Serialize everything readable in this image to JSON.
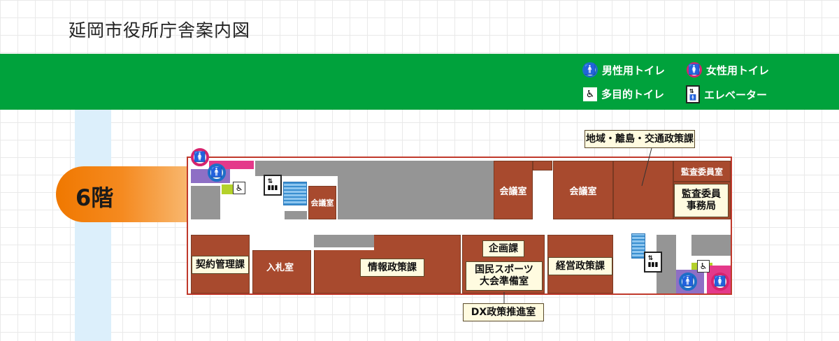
{
  "page_title": "延岡市役所庁舎案内図",
  "legend": {
    "male_toilet": "男性用トイレ",
    "female_toilet": "女性用トイレ",
    "accessible_toilet": "多目的トイレ",
    "elevator": "エレベーター",
    "male_icon": "male-toilet-icon",
    "female_icon": "female-toilet-icon",
    "accessible_icon": "wheelchair-icon",
    "elevator_icon": "elevator-icon"
  },
  "floor": {
    "label": "6階"
  },
  "rooms": {
    "kaigi_small": "会議室",
    "kaigi_1": "会議室",
    "kaigi_2": "会議室",
    "kansa_iin": "監査委員室",
    "kansa_jimu": "監査委員\n事務局",
    "keiyaku": "契約管理課",
    "nyusatsu": "入札室",
    "joho": "情報政策課",
    "kikaku": "企画課",
    "kokumin": "国民スポーツ\n大会準備室",
    "keiei": "経営政策課",
    "chiiki": "地域・離島・交通政策課",
    "dx": "DX政策推進室"
  },
  "colors": {
    "band_green": "#00a23c",
    "room_brown": "#a84a2e",
    "corridor_gray": "#959595",
    "floor_tab_orange": "#f07800",
    "male_blue": "#1d6fc7",
    "female_pink": "#d6246e"
  }
}
